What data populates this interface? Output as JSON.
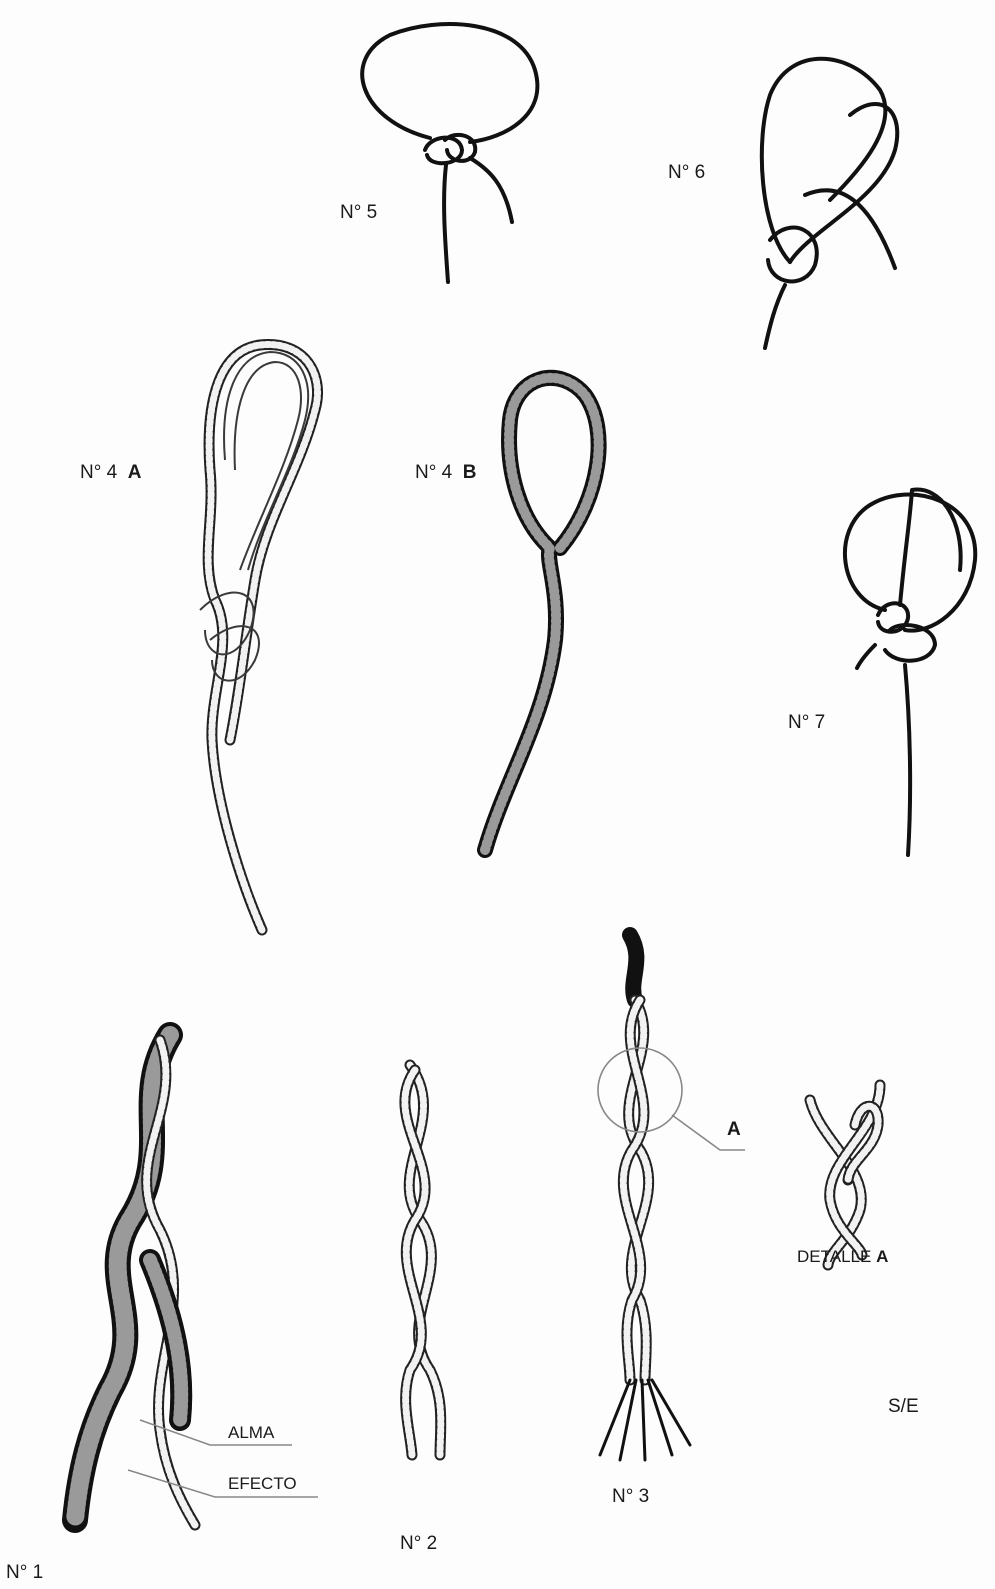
{
  "labels": {
    "n5": "N° 5",
    "n6": "N° 6",
    "n4a_prefix": "N° 4",
    "n4a_letter": "A",
    "n4b_prefix": "N° 4",
    "n4b_letter": "B",
    "n7": "N° 7",
    "detail_ref": "A",
    "detalle_prefix": "DETALLE",
    "detalle_letter": "A",
    "alma": "ALMA",
    "efecto": "EFECTO",
    "n1": "N° 1",
    "n2": "N° 2",
    "n3": "N° 3",
    "scale": "S/E"
  }
}
